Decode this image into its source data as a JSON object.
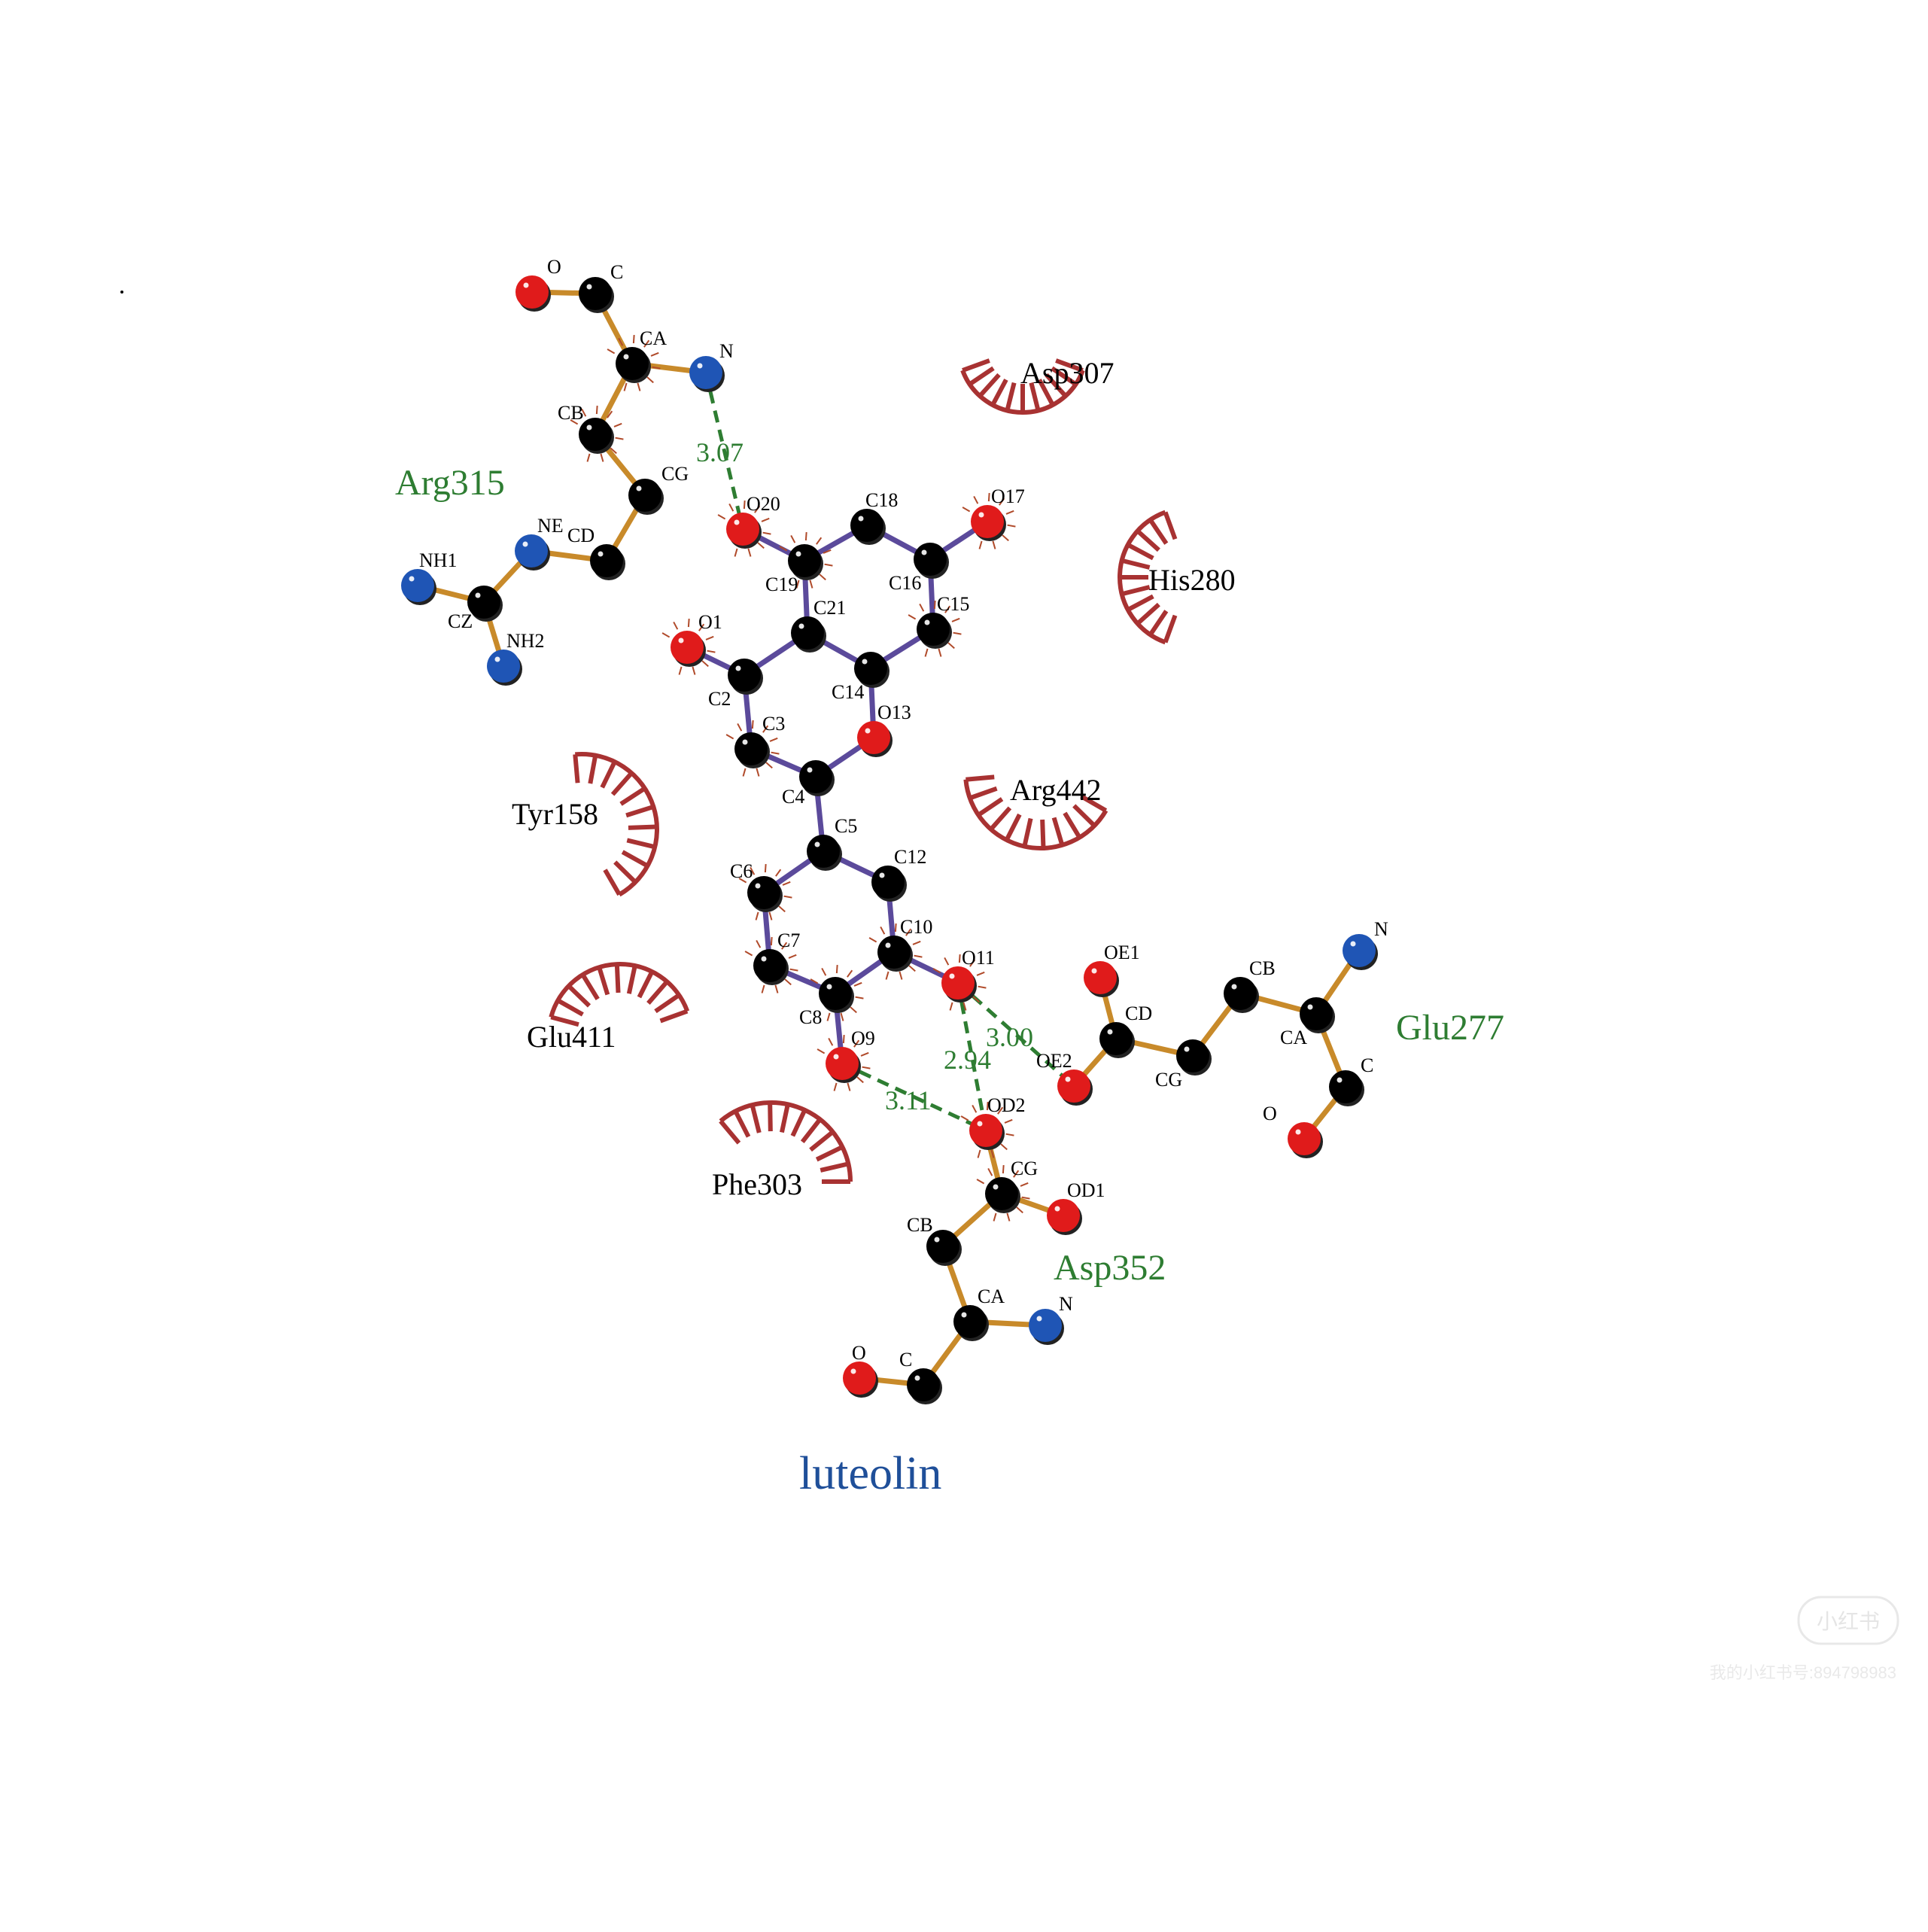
{
  "colors": {
    "residue_bond": "#c88a2a",
    "ligand_bond": "#5b4a9b",
    "carbon": "#000000",
    "oxygen": "#e01b1b",
    "nitrogen": "#1f55b5",
    "hbond": "#2e7d32",
    "hydrophobic": "#a83232",
    "title": "#1f4f99",
    "residue_hbond_label": "#2e7d32",
    "residue_hydrophobic_label": "#000000"
  },
  "ligand_name": "luteolin",
  "hbond_residues": [
    "Arg315",
    "Glu277",
    "Asp352"
  ],
  "hydrophobic_residues": [
    "Asp307",
    "His280",
    "Arg442",
    "Tyr158",
    "Glu411",
    "Phe303"
  ],
  "hbond_distances": [
    "3.07",
    "3.00",
    "2.94",
    "3.11"
  ],
  "ligand_atoms": [
    "C18",
    "O17",
    "O20",
    "C19",
    "C16",
    "C21",
    "C15",
    "O1",
    "C2",
    "C14",
    "O13",
    "C3",
    "C4",
    "C5",
    "C6",
    "C12",
    "C7",
    "C10",
    "O11",
    "C8",
    "O9"
  ],
  "arg315_atoms": [
    "O",
    "C",
    "CA",
    "N",
    "CB",
    "CG",
    "CD",
    "NE",
    "CZ",
    "NH1",
    "NH2"
  ],
  "glu277_atoms": [
    "OE1",
    "CD",
    "OE2",
    "CG",
    "CB",
    "CA",
    "N",
    "C",
    "O"
  ],
  "asp352_atoms": [
    "OD2",
    "CG",
    "OD1",
    "CB",
    "CA",
    "N",
    "C",
    "O"
  ],
  "watermark": {
    "logo": "小红书",
    "id_text": "我的小红书号:894798983"
  }
}
